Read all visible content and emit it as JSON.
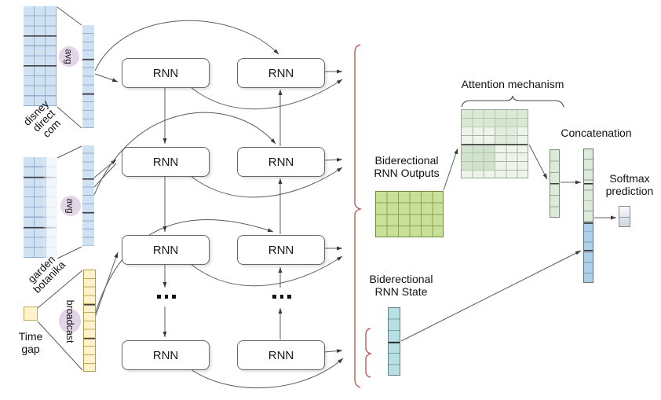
{
  "labels": {
    "rnn": "RNN",
    "avg": "avg",
    "broadcast": "broadcast",
    "input1": "disney\ndirect\ncom",
    "input2": "garden\nbotanika",
    "time_gap": "Time\ngap",
    "attention": "Attention mechanism",
    "bidir_outputs": "Biderectional\nRNN Outputs",
    "bidir_state": "Biderectional\nRNN State",
    "concatenation": "Concatenation",
    "softmax": "Softmax\nprediction"
  },
  "colors": {
    "input_blue": "#cfe2f3",
    "pale_yellow": "#fff2cc",
    "avg_purple": "#e1d5e7",
    "output_green": "#c8e098",
    "attention_green": "#eef4ea",
    "concat_green": "#dcead8",
    "concat_blue": "#abd0ea",
    "state_cyan": "#b8e0e4",
    "brace_red": "#c05a58"
  }
}
